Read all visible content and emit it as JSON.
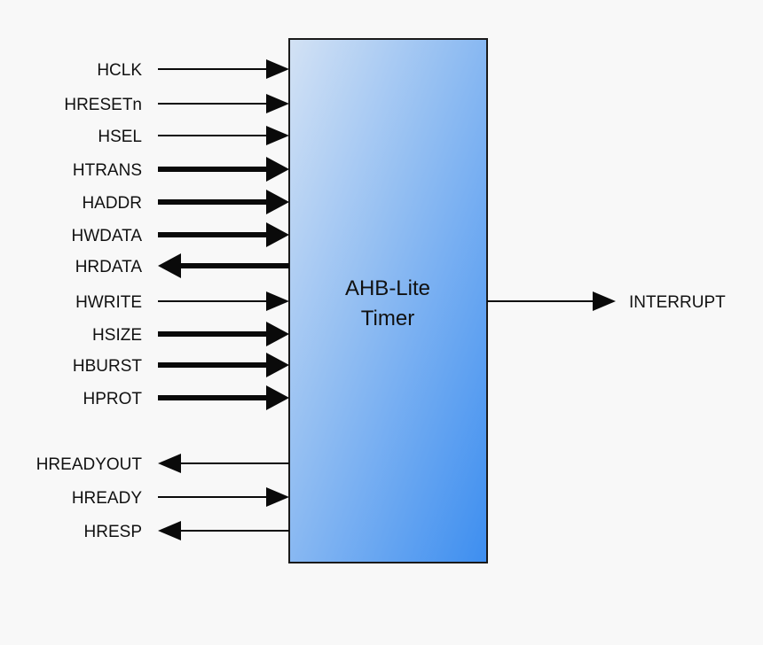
{
  "block": {
    "title_line1": "AHB-Lite",
    "title_line2": "Timer",
    "fill_top_left": "#d3e2f4",
    "fill_bottom_right": "#3d8ef0",
    "border_color": "#1a1a1a"
  },
  "signals": [
    {
      "name": "HCLK",
      "direction": "in",
      "weight": "thin"
    },
    {
      "name": "HRESETn",
      "direction": "in",
      "weight": "thin"
    },
    {
      "name": "HSEL",
      "direction": "in",
      "weight": "thin"
    },
    {
      "name": "HTRANS",
      "direction": "in",
      "weight": "bus"
    },
    {
      "name": "HADDR",
      "direction": "in",
      "weight": "bus"
    },
    {
      "name": "HWDATA",
      "direction": "in",
      "weight": "bus"
    },
    {
      "name": "HRDATA",
      "direction": "out",
      "weight": "bus"
    },
    {
      "name": "HWRITE",
      "direction": "in",
      "weight": "thin"
    },
    {
      "name": "HSIZE",
      "direction": "in",
      "weight": "bus"
    },
    {
      "name": "HBURST",
      "direction": "in",
      "weight": "bus"
    },
    {
      "name": "HPROT",
      "direction": "in",
      "weight": "bus"
    },
    {
      "name": "HREADYOUT",
      "direction": "out",
      "weight": "thin"
    },
    {
      "name": "HREADY",
      "direction": "in",
      "weight": "thin"
    },
    {
      "name": "HRESP",
      "direction": "out",
      "weight": "thin"
    }
  ],
  "output_signal": {
    "name": "INTERRUPT",
    "direction": "out",
    "weight": "thin"
  },
  "colors": {
    "line": "#0a0a0a",
    "text": "#111111",
    "background": "#f8f8f8"
  }
}
